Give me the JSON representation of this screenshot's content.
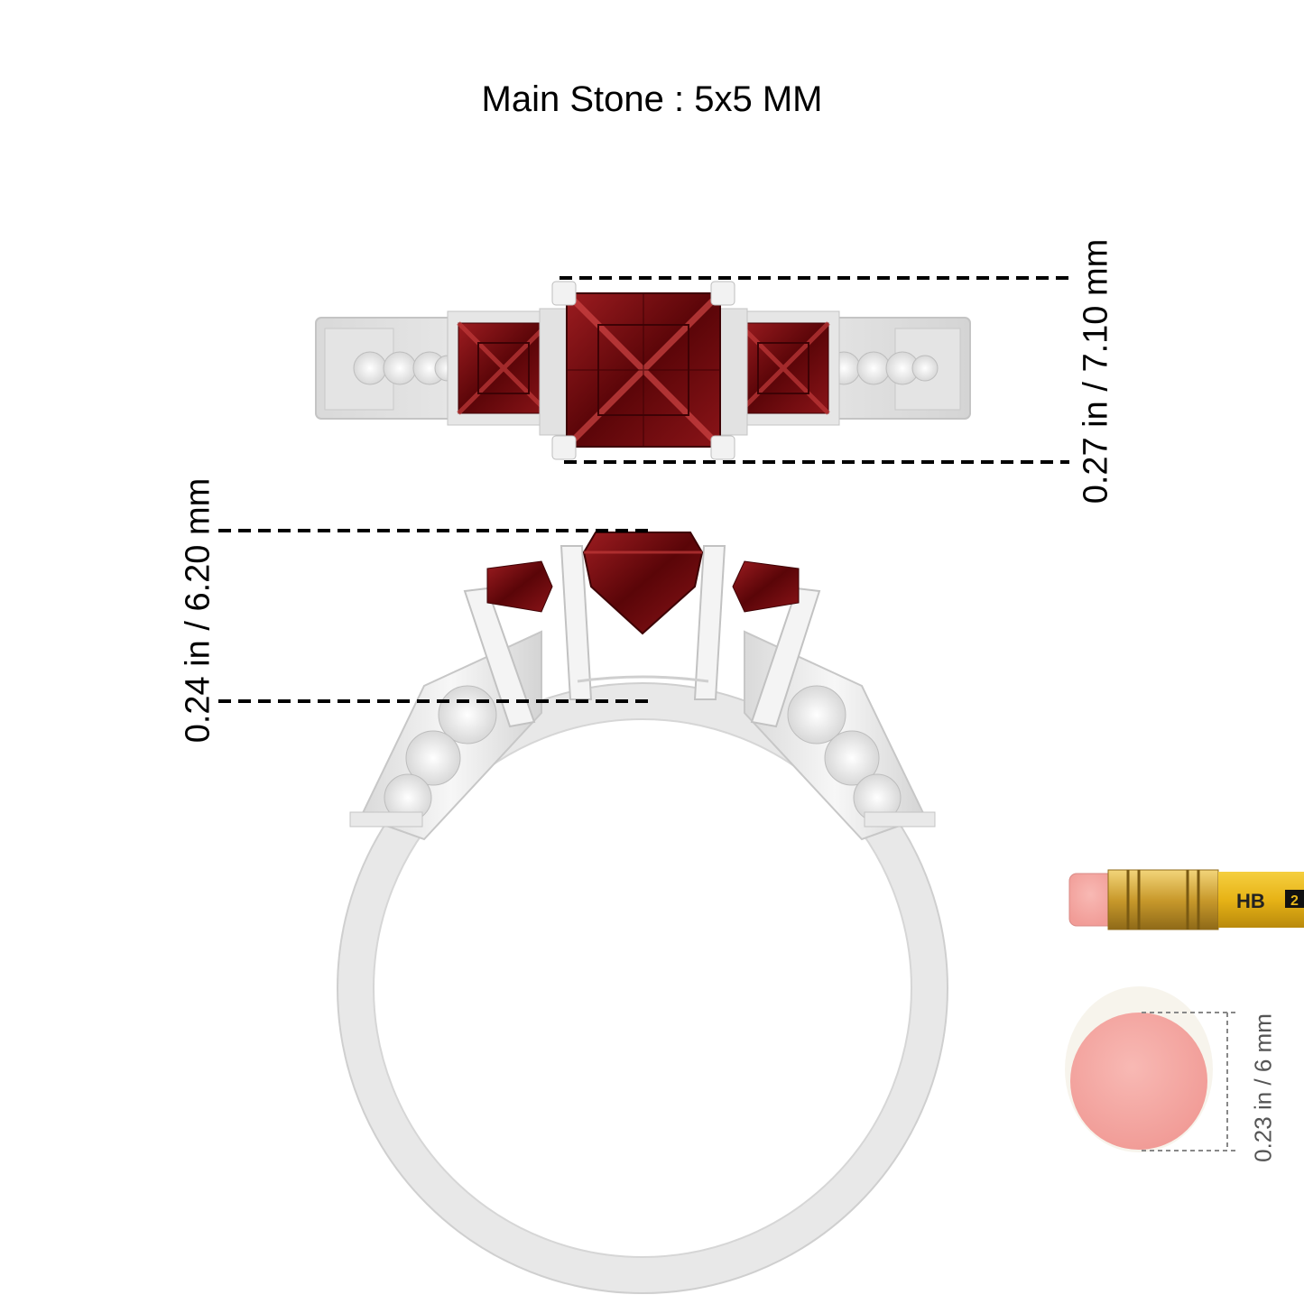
{
  "title": "Main Stone : 5x5 MM",
  "dimensions": {
    "top_view_height": "0.27 in / 7.10 mm",
    "side_view_height": "0.24 in / 6.20 mm",
    "eraser_diameter": "0.23 in / 6 mm"
  },
  "pencil": {
    "grade": "HB",
    "number": "2"
  },
  "colors": {
    "gemstone": "#7a0c10",
    "gemstone_dark": "#3e0205",
    "metal": "#eeeeee",
    "metal_shadow": "#cfcfcf",
    "pencil_yellow": "#e8b81a",
    "eraser_pink": "#f4aaa6"
  }
}
